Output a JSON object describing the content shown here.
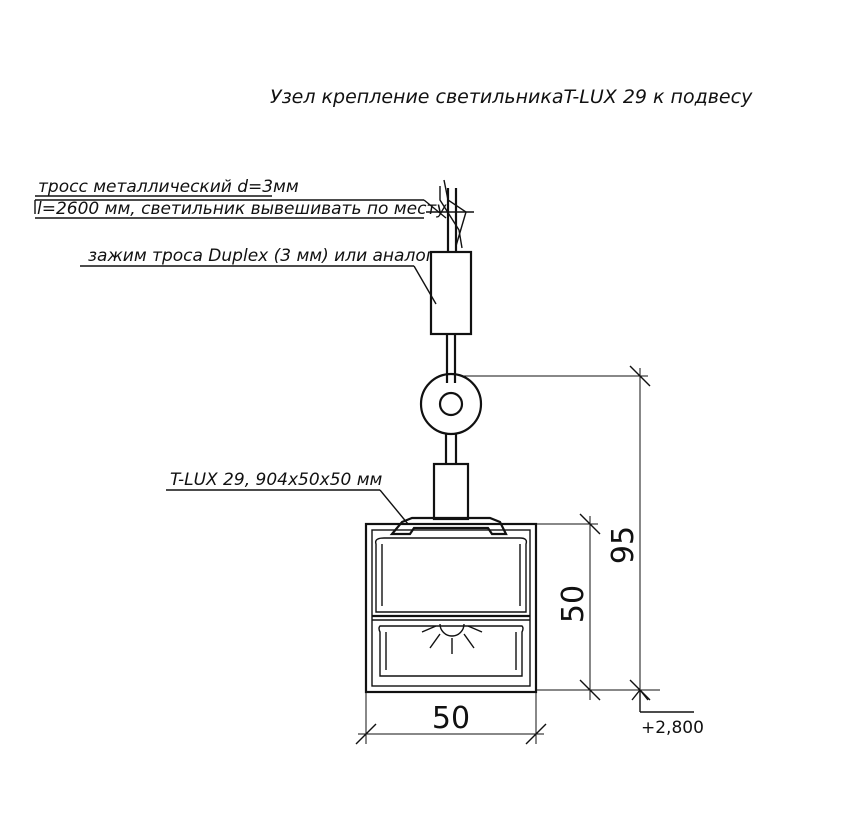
{
  "title": "Узел крепление светильникаT-LUX 29 к подвесу",
  "labels": {
    "cable_line1": "тросс металлический d=3мм",
    "cable_line2": "l=2600 мм, светильник вывешивать по месту",
    "clamp": "зажим троса Duplex (3 мм) или аналог",
    "fixture": "T-LUX 29, 904х50х50 мм"
  },
  "dimensions": {
    "total_height": "95",
    "profile_height": "50",
    "profile_width": "50"
  },
  "level_mark": "+2,800"
}
